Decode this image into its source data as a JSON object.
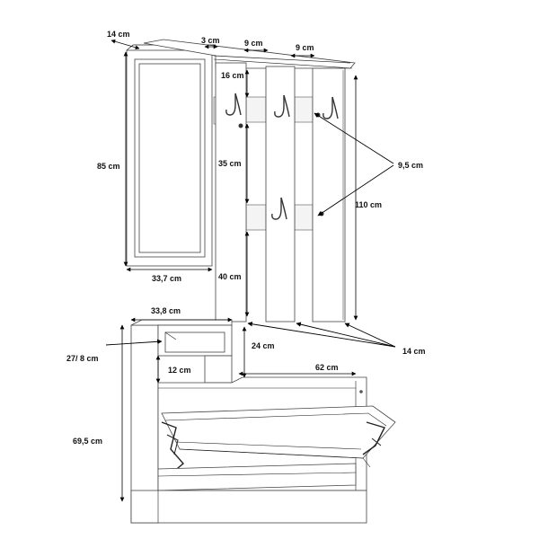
{
  "dimensions": {
    "d14_top": "14 cm",
    "d3": "3 cm",
    "d9a": "9 cm",
    "d9b": "9 cm",
    "d16": "16 cm",
    "d85": "85 cm",
    "d35": "35 cm",
    "d95": "9,5 cm",
    "d110": "110 cm",
    "d40": "40 cm",
    "d337": "33,7 cm",
    "d338": "33,8 cm",
    "d14_right": "14 cm",
    "d278": "27/ 8 cm",
    "d24": "24 cm",
    "d12": "12 cm",
    "d62": "62 cm",
    "d695": "69,5 cm"
  }
}
